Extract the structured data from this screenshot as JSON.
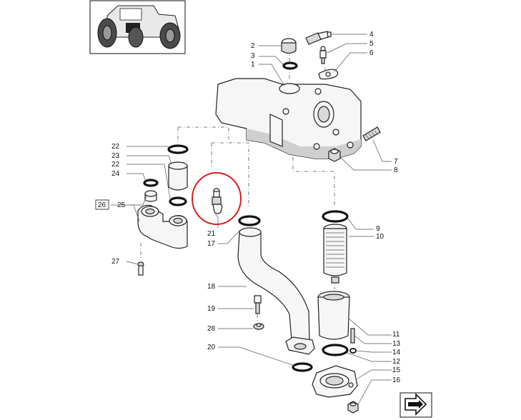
{
  "callouts": {
    "c1": "1",
    "c2": "2",
    "c3": "3",
    "c4": "4",
    "c5": "5",
    "c6": "6",
    "c7": "7",
    "c8": "8",
    "c9": "9",
    "c10": "10",
    "c11": "11",
    "c12": "12",
    "c13": "13",
    "c14": "14",
    "c15": "15",
    "c16": "16",
    "c17": "17",
    "c18": "18",
    "c19": "19",
    "c20": "20",
    "c21": "21",
    "c22a": "22",
    "c22b": "22",
    "c23": "23",
    "c24": "24",
    "c25": "25",
    "c26": "26",
    "c27": "27",
    "c28": "28"
  },
  "highlight": {
    "color": "#d81e1e"
  },
  "icons": {
    "thumbnail": "tractor-thumbnail-icon",
    "nav": "next-page-arrow-icon"
  }
}
